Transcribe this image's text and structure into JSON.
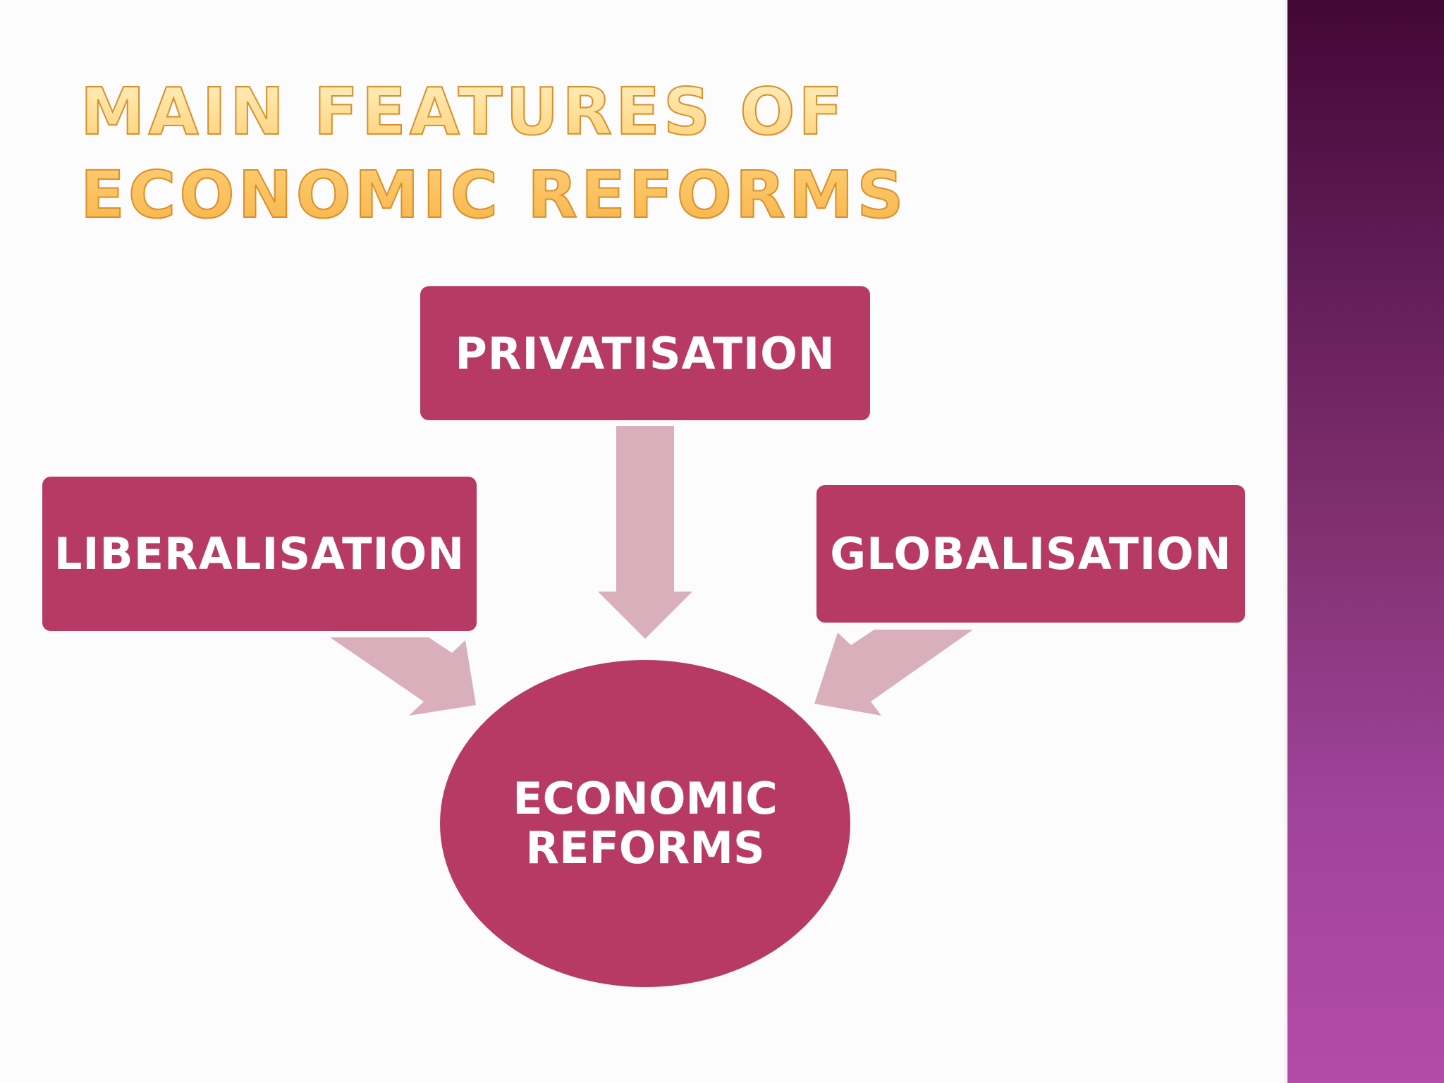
{
  "slide": {
    "title": "MAIN FEATURES OF ECONOMIC REFORMS"
  },
  "diagram": {
    "top_node": "PRIVATISATION",
    "left_node": "LIBERALISATION",
    "right_node": "GLOBALISATION",
    "center_node_line1": "ECONOMIC",
    "center_node_line2": "REFORMS"
  },
  "colors": {
    "node_fill": "#b73a64",
    "arrow_fill": "#d8afbb",
    "title_fill": "#ffd27a",
    "sidebar_gradient": [
      "#430734",
      "#b34ba8"
    ]
  }
}
